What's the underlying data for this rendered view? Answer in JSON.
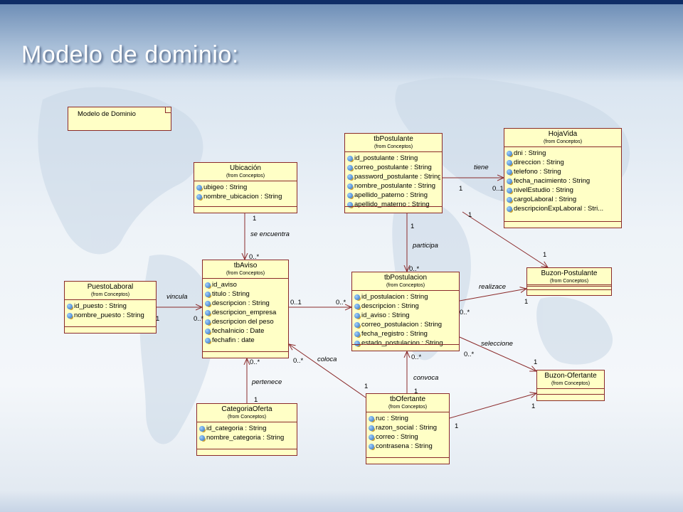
{
  "slide": {
    "title": "Modelo de dominio:"
  },
  "note": {
    "text": "Modelo de Dominio"
  },
  "classes": {
    "ubicacion": {
      "name": "Ubicación",
      "from": "(from Conceptos)",
      "attributes": [
        "ubigeo : String",
        "nombre_ubicacion : String"
      ]
    },
    "postulante": {
      "name": "tbPostulante",
      "from": "(from Conceptos)",
      "attributes": [
        "id_postulante : String",
        "correo_postulante : String",
        "password_postulante : String",
        "nombre_postulante : String",
        "apellido_paterno : String",
        "apellido_materno : String"
      ]
    },
    "hojavida": {
      "name": "HojaVida",
      "from": "(from Conceptos)",
      "attributes": [
        "dni : String",
        "direccion : String",
        "telefono : String",
        "fecha_nacimiento : String",
        "nivelEstudio : String",
        "cargoLaboral : String",
        "descripcionExpLaboral : Stri..."
      ]
    },
    "aviso": {
      "name": "tbAviso",
      "from": "(from Conceptos)",
      "attributes": [
        "id_aviso",
        "titulo : String",
        "descripcion : String",
        "descripcion_empresa",
        "descripcion del peso",
        "fechaInicio : Date",
        "fechafin : date"
      ]
    },
    "puesto": {
      "name": "PuestoLaboral",
      "from": "(from Conceptos)",
      "attributes": [
        "id_puesto : String",
        "nombre_puesto : String"
      ]
    },
    "postulacion": {
      "name": "tbPostulacion",
      "from": "(from Conceptos)",
      "attributes": [
        "id_postulacion : String",
        "descripcion : String",
        "id_aviso : String",
        "correo_postulacion : String",
        "fecha_registro : String",
        "estado_postulacion : String"
      ]
    },
    "buzonpostulante": {
      "name": "Buzon-Postulante",
      "from": "(from Conceptos)",
      "attributes": []
    },
    "buzonofertante": {
      "name": "Buzon-Ofertante",
      "from": "(from Conceptos)",
      "attributes": []
    },
    "categoria": {
      "name": "CategoriaOferta",
      "from": "(from Conceptos)",
      "attributes": [
        "id_categoria : String",
        "nombre_categoria : String"
      ]
    },
    "ofertante": {
      "name": "tbOfertante",
      "from": "(from Conceptos)",
      "attributes": [
        "ruc : String",
        "razon_social : String",
        "correo : String",
        "contrasena : String"
      ]
    }
  },
  "associations": {
    "tiene": "tiene",
    "se_encuentra": "se encuentra",
    "participa": "participa",
    "vincula": "vincula",
    "realizace": "realizace",
    "seleccione": "seleccione",
    "coloca": "coloca",
    "convoca": "convoca",
    "pertenece": "pertenece"
  },
  "multiplicities": {
    "tiene_a": "1",
    "tiene_b": "0..1",
    "post_buz_a": "1",
    "post_buz_b": "1",
    "post_postul_a": "1",
    "post_postul_b": "0..*",
    "ubic_a": "1",
    "ubic_b": "0..*",
    "vinc_a": "1",
    "vinc_b": "0..*",
    "aviso_postul_a": "0..1",
    "aviso_postul_b": "0..*",
    "realizace_a": "0..*",
    "realizace_b": "1",
    "selec_a": "0..*",
    "selec_b": "1",
    "pertenece_a": "0..*",
    "pertenece_b": "1",
    "coloca_a": "0..*",
    "coloca_b": "1",
    "convoca_a": "0..*",
    "convoca_b": "1",
    "ofert_buz_a": "1",
    "ofert_buz_b": "1"
  },
  "colors": {
    "class_fill": "#ffffc6",
    "class_border": "#8a2a2a",
    "line": "#8a2a2a",
    "title": "#ffffff"
  }
}
